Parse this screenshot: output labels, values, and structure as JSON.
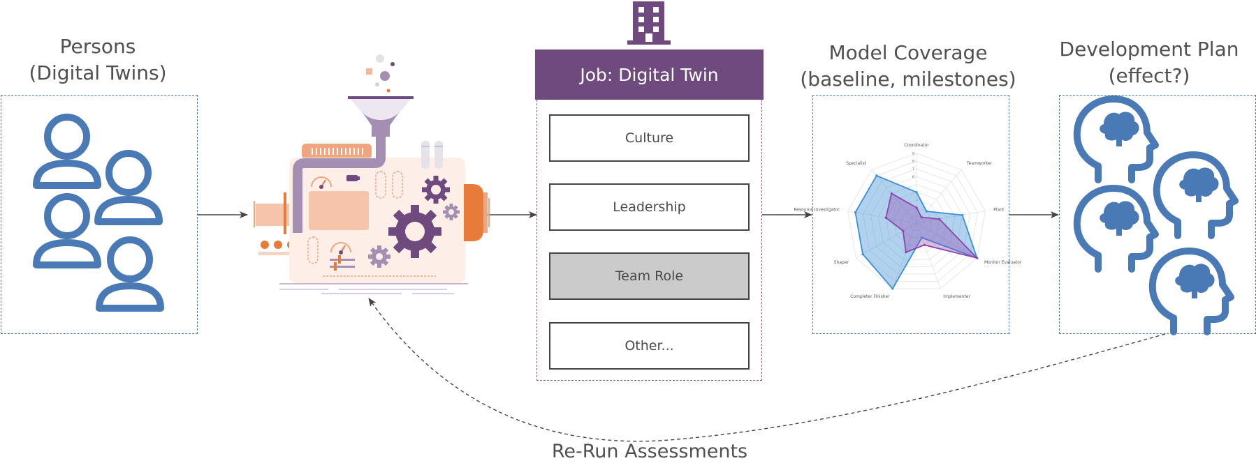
{
  "persons": {
    "title_line1": "Persons",
    "title_line2": "(Digital Twins)"
  },
  "job": {
    "header": "Job: Digital Twin",
    "items": [
      {
        "label": "Culture",
        "active": false
      },
      {
        "label": "Leadership",
        "active": false
      },
      {
        "label": "Team Role",
        "active": true
      },
      {
        "label": "Other...",
        "active": false
      }
    ]
  },
  "coverage": {
    "title_line1": "Model Coverage",
    "title_line2": "(baseline, milestones)"
  },
  "plan": {
    "title_line1": "Development Plan",
    "title_line2": "(effect?)"
  },
  "feedback_label": "Re-Run Assessments",
  "chart_data": {
    "type": "radar",
    "axes": [
      "Coordinator",
      "Teamworker",
      "Plant",
      "Monitor Evaluator",
      "Implementer",
      "Completer Finisher",
      "Shaper",
      "Resource Investigator",
      "Specialist"
    ],
    "tick_labels": [
      "9",
      "8",
      "7",
      "6"
    ],
    "rmax": 9,
    "series": [
      {
        "values": [
          4,
          2,
          6,
          9,
          2,
          9,
          8,
          8,
          8
        ],
        "color": "#3b8fd6"
      },
      {
        "values": [
          2,
          1,
          3,
          9,
          3,
          4,
          2,
          4,
          5
        ],
        "color": "#8e44ad"
      }
    ]
  },
  "colors": {
    "persons_blue": "#4a7ab5",
    "job_purple": "#6e4a7e",
    "machine_orange": "#e87a3a"
  },
  "icons": [
    "users-icon",
    "machine-illustration",
    "building-icon",
    "head-brain-icon"
  ]
}
